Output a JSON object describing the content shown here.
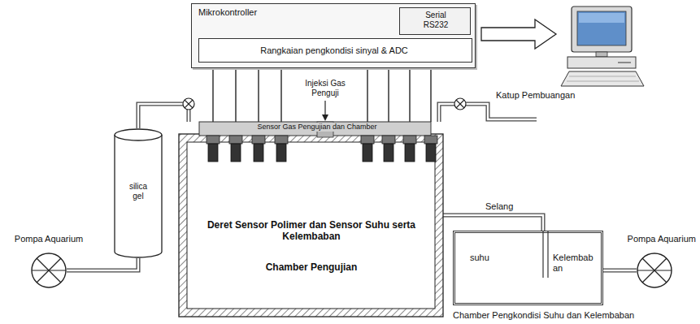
{
  "diagram": {
    "nodes": [
      {
        "text": [
          "Mikrokontroller"
        ]
      },
      {
        "text": [
          "Serial RS232"
        ],
        "in": 0
      },
      {
        "text": [
          "Rangkaian pengkondisi sinyal & ADC"
        ],
        "in": 0
      },
      {
        "text": [
          "Deret Sensor Polimer dan Sensor Suhu serta Kelembaban",
          "Chamber Pengujian"
        ]
      },
      {
        "text": [
          "silica gel"
        ]
      },
      {
        "text": [
          "Pompa Aquarium"
        ]
      },
      {
        "text": [
          "suhu",
          "Kelembaban",
          "Chamber Pengkondisi Suhu dan Kelembaban"
        ]
      },
      {
        "text": [
          "Pompa Aquarium"
        ]
      }
    ],
    "edges": [
      {
        "from": 5,
        "to": 4,
        "arrow": "none"
      },
      {
        "from": 4,
        "to": 3,
        "arrow": "none"
      },
      {
        "from": 3,
        "to": 2,
        "arrow": "to"
      },
      {
        "from": 3,
        "to": 2,
        "arrow": "to"
      },
      {
        "from": 3,
        "to": 2,
        "arrow": "to"
      },
      {
        "from": 3,
        "to": 2,
        "arrow": "to"
      },
      {
        "from": 3,
        "to": 2,
        "arrow": "to"
      },
      {
        "from": 3,
        "to": 2,
        "arrow": "to"
      },
      {
        "from": 3,
        "to": 2,
        "arrow": "to"
      },
      {
        "from": 3,
        "to": 2,
        "arrow": "to"
      },
      {
        "from": 3,
        "to": 6,
        "label": "Selang",
        "arrow": "none"
      },
      {
        "from": 7,
        "to": 6,
        "arrow": "none"
      }
    ],
    "labels": [
      "Injeksi Gas Penguji",
      "Sensor Gas Pengujian dan Chamber",
      "Katup Pembuangan"
    ]
  }
}
